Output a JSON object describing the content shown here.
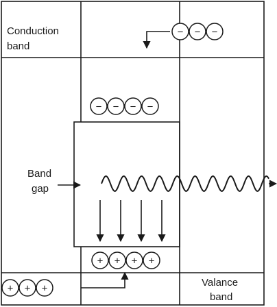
{
  "labels": {
    "conduction_line1": "Conduction",
    "conduction_line2": "band",
    "band_gap_line1": "Band",
    "band_gap_line2": "gap",
    "valance_line1": "Valance",
    "valance_line2": "band"
  },
  "carriers": {
    "electron_sign": "−",
    "hole_sign": "+",
    "electrons_top_right_count": 3,
    "electrons_middle_count": 4,
    "holes_middle_count": 4,
    "holes_bottom_left_count": 3
  },
  "arrows": {
    "recombination_arrow_count": 4
  },
  "colors": {
    "stroke": "#1a1a1a",
    "background": "#ffffff"
  }
}
